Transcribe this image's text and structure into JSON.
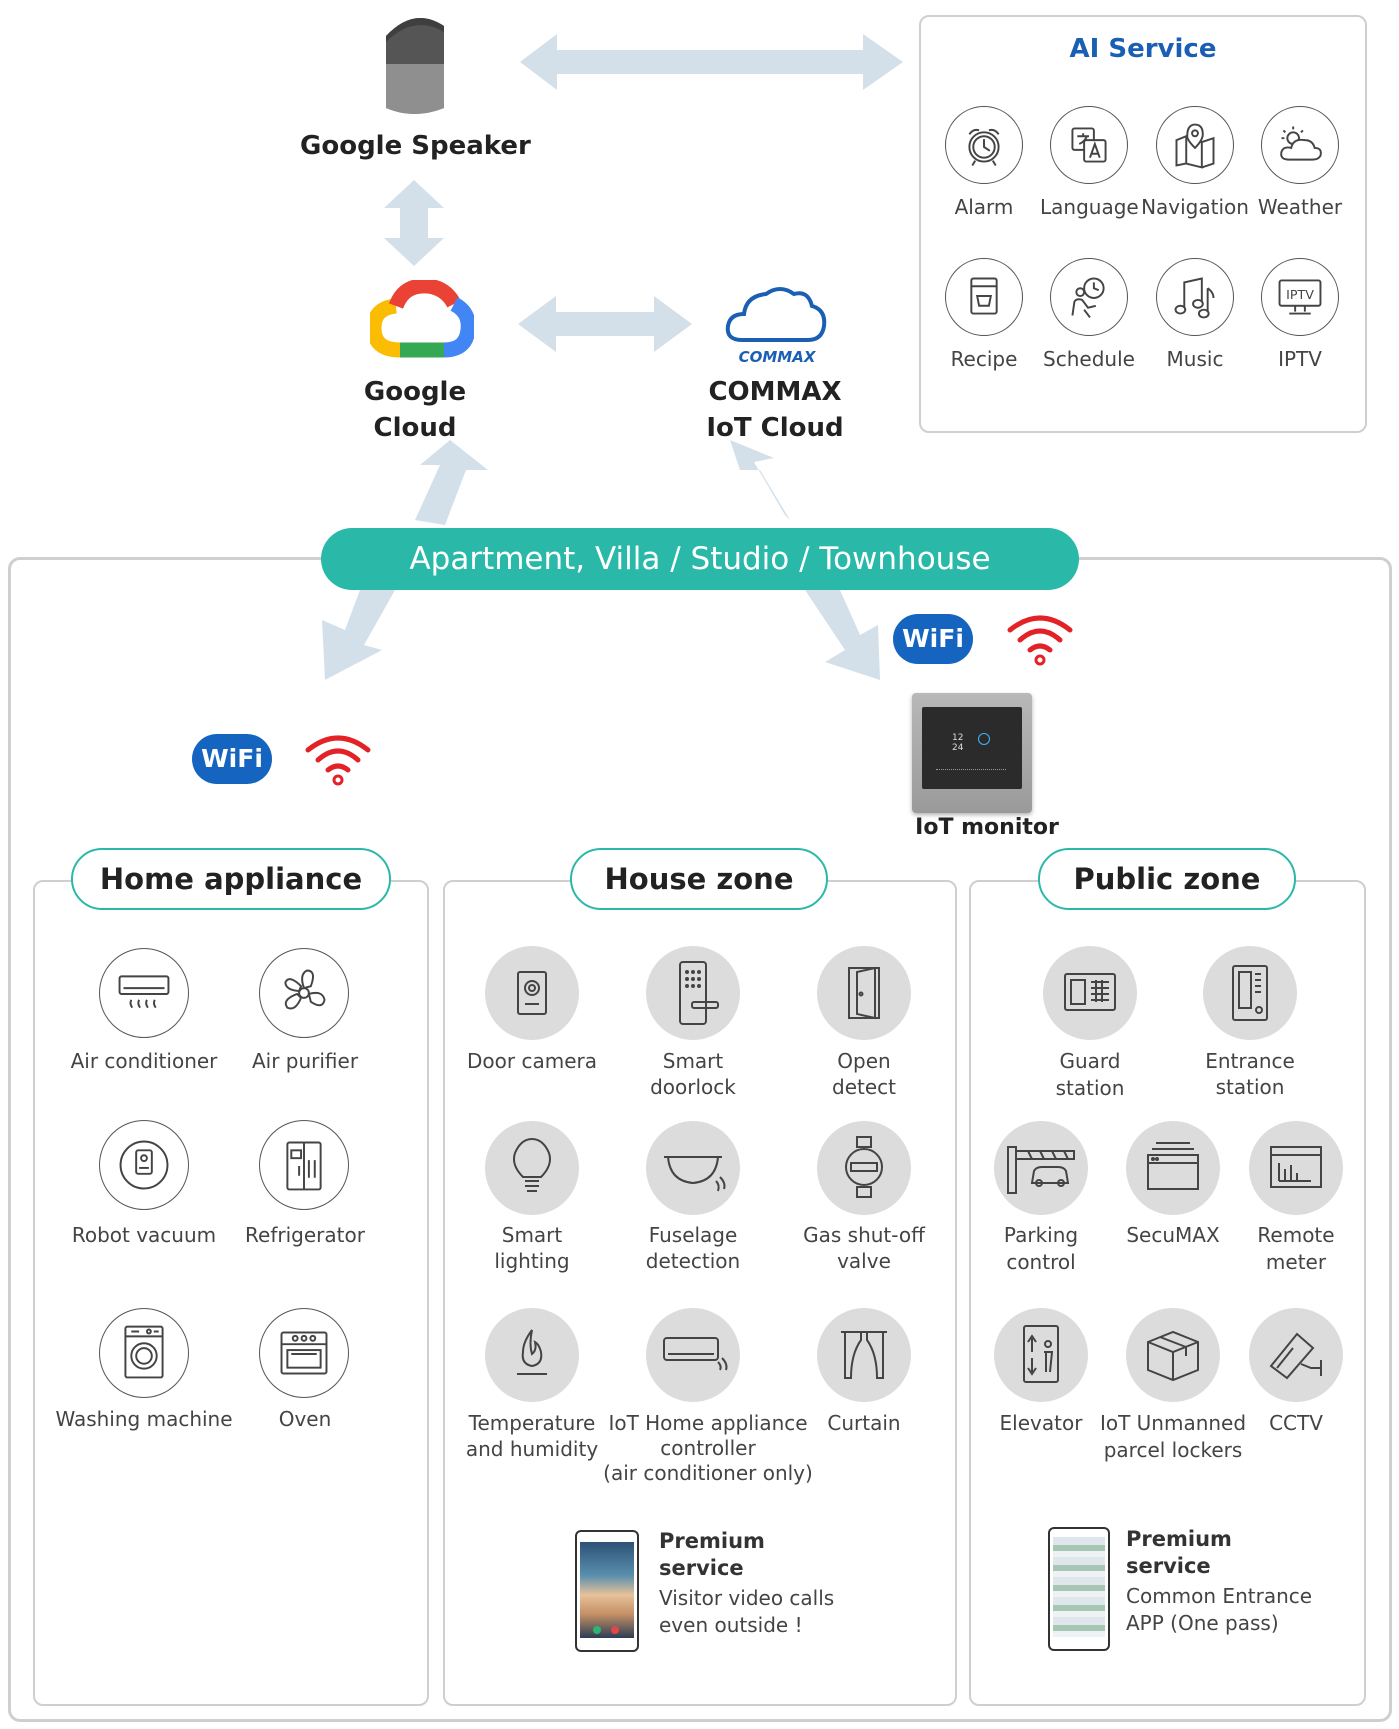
{
  "top": {
    "google_speaker": "Google Speaker",
    "google_cloud_line1": "Google",
    "google_cloud_line2": "Cloud",
    "commax_logo": "COMMAX",
    "commax_cloud_line1": "COMMAX",
    "commax_cloud_line2": "IoT Cloud"
  },
  "ai_service": {
    "title": "AI Service",
    "items": [
      {
        "label": "Alarm",
        "icon": "alarm-icon"
      },
      {
        "label": "Language",
        "icon": "language-icon"
      },
      {
        "label": "Navigation",
        "icon": "navigation-icon"
      },
      {
        "label": "Weather",
        "icon": "weather-icon"
      },
      {
        "label": "Recipe",
        "icon": "recipe-icon"
      },
      {
        "label": "Schedule",
        "icon": "schedule-icon"
      },
      {
        "label": "Music",
        "icon": "music-icon"
      },
      {
        "label": "IPTV",
        "icon": "iptv-icon"
      }
    ]
  },
  "banner": "Apartment, Villa / Studio / Townhouse",
  "wifi_badge": "WiFi",
  "iot_monitor": {
    "label": "IoT monitor",
    "screen_time_h": "12",
    "screen_time_m": "24"
  },
  "home_appliance": {
    "title": "Home appliance",
    "items": [
      {
        "label": "Air conditioner",
        "icon": "air-conditioner-icon"
      },
      {
        "label": "Air purifier",
        "icon": "air-purifier-icon"
      },
      {
        "label": "Robot vacuum",
        "icon": "robot-vacuum-icon"
      },
      {
        "label": "Refrigerator",
        "icon": "refrigerator-icon"
      },
      {
        "label": "Washing machine",
        "icon": "washing-machine-icon"
      },
      {
        "label": "Oven",
        "icon": "oven-icon"
      }
    ]
  },
  "house_zone": {
    "title": "House zone",
    "items": [
      {
        "line1": "Door camera",
        "line2": "",
        "line3": "",
        "icon": "door-camera-icon"
      },
      {
        "line1": "Smart",
        "line2": "doorlock",
        "line3": "",
        "icon": "doorlock-icon"
      },
      {
        "line1": "Open",
        "line2": "detect",
        "line3": "",
        "icon": "open-door-icon"
      },
      {
        "line1": "Smart",
        "line2": "lighting",
        "line3": "",
        "icon": "lightbulb-icon"
      },
      {
        "line1": "Fuselage",
        "line2": "detection",
        "line3": "",
        "icon": "sensor-icon"
      },
      {
        "line1": "Gas shut-off",
        "line2": "valve",
        "line3": "",
        "icon": "gas-valve-icon"
      },
      {
        "line1": "Temperature",
        "line2": "and humidity",
        "line3": "",
        "icon": "flame-icon"
      },
      {
        "line1": "IoT Home appliance",
        "line2": "controller",
        "line3": "(air conditioner only)",
        "icon": "ac-controller-icon"
      },
      {
        "line1": "Curtain",
        "line2": "",
        "line3": "",
        "icon": "curtain-icon"
      }
    ],
    "premium_title_1": "Premium",
    "premium_title_2": "service",
    "premium_text_1": "Visitor video calls",
    "premium_text_2": "even outside !"
  },
  "public_zone": {
    "title": "Public zone",
    "items": [
      {
        "line1": "Guard",
        "line2": "station",
        "icon": "guard-station-icon"
      },
      {
        "line1": "Entrance",
        "line2": "station",
        "icon": "entrance-station-icon"
      },
      {
        "line1": "Parking",
        "line2": "control",
        "icon": "parking-icon"
      },
      {
        "line1": "SecuMAX",
        "line2": "",
        "icon": "secumax-icon"
      },
      {
        "line1": "Remote",
        "line2": "meter",
        "icon": "remote-meter-icon"
      },
      {
        "line1": "Elevator",
        "line2": "",
        "icon": "elevator-icon"
      },
      {
        "line1": "IoT Unmanned",
        "line2": "parcel lockers",
        "icon": "parcel-locker-icon"
      },
      {
        "line1": "CCTV",
        "line2": "",
        "icon": "cctv-icon"
      }
    ],
    "premium_title_1": "Premium",
    "premium_title_2": "service",
    "premium_text_1": "Common Entrance",
    "premium_text_2": "APP (One pass)"
  },
  "colors": {
    "teal": "#2ab8a8",
    "ai_title": "#1a5fb4",
    "arrow": "#d3e0ea",
    "wifi_red": "#e32227",
    "wifi_blue": "#1565c0"
  }
}
